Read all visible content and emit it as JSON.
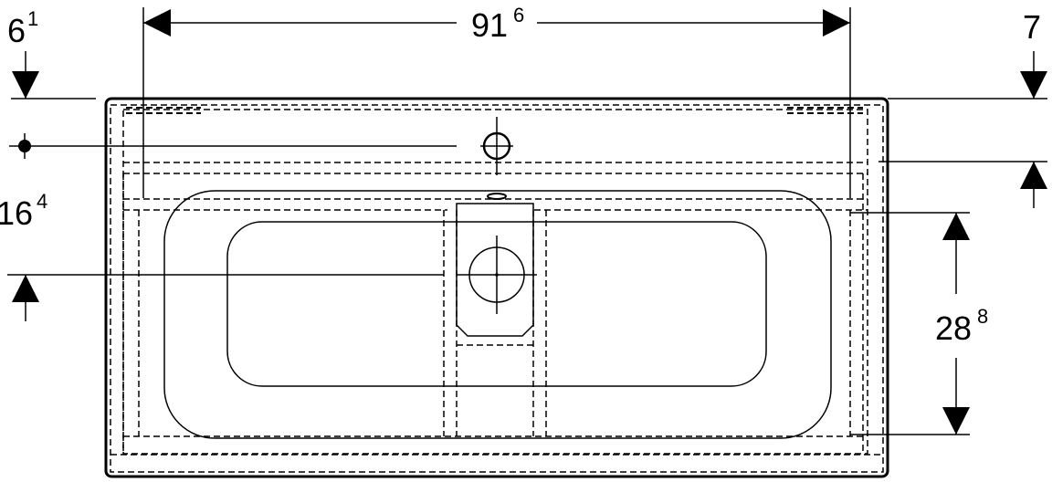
{
  "dimensions": {
    "overall_width": {
      "main": "91",
      "sup": "6"
    },
    "top_left_offset": {
      "main": "6",
      "sup": "1"
    },
    "right_top_offset": {
      "main": "7",
      "sup": ""
    },
    "left_drain_offset": {
      "main": "16",
      "sup": "4"
    },
    "bowl_depth": {
      "main": "28",
      "sup": "8"
    }
  },
  "colors": {
    "line": "#000000",
    "background": "#ffffff"
  },
  "symbols": [
    "tap-hole-crosshair-icon",
    "drain-crosshair-icon",
    "overflow-slot-icon",
    "datum-dot-icon"
  ]
}
